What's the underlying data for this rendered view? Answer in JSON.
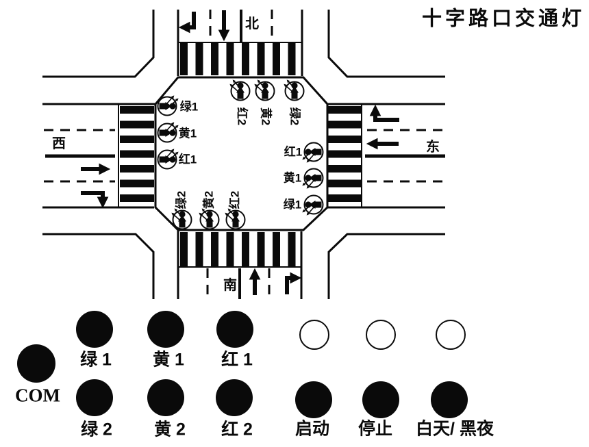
{
  "title": "十字路口交通灯",
  "compass": {
    "north": "北",
    "south": "南",
    "west": "西",
    "east": "东"
  },
  "signal_labels": {
    "west": [
      "绿1",
      "黄1",
      "红1"
    ],
    "north": [
      "红2",
      "黄2",
      "绿2"
    ],
    "east": [
      "红1",
      "黄1",
      "绿1"
    ],
    "south": [
      "绿2",
      "黄2",
      "红2"
    ]
  },
  "panel": {
    "com": "COM",
    "terminals_row1": [
      "绿 1",
      "黄 1",
      "红 1"
    ],
    "terminals_row2": [
      "绿 2",
      "黄 2",
      "红 2"
    ],
    "buttons": [
      "启动",
      "停止",
      "白天/ 黑夜"
    ],
    "lamp_count": 3
  },
  "colors": {
    "ink": "#0a0a0a",
    "paper": "#ffffff",
    "lamp_fill": "#ffffff"
  }
}
